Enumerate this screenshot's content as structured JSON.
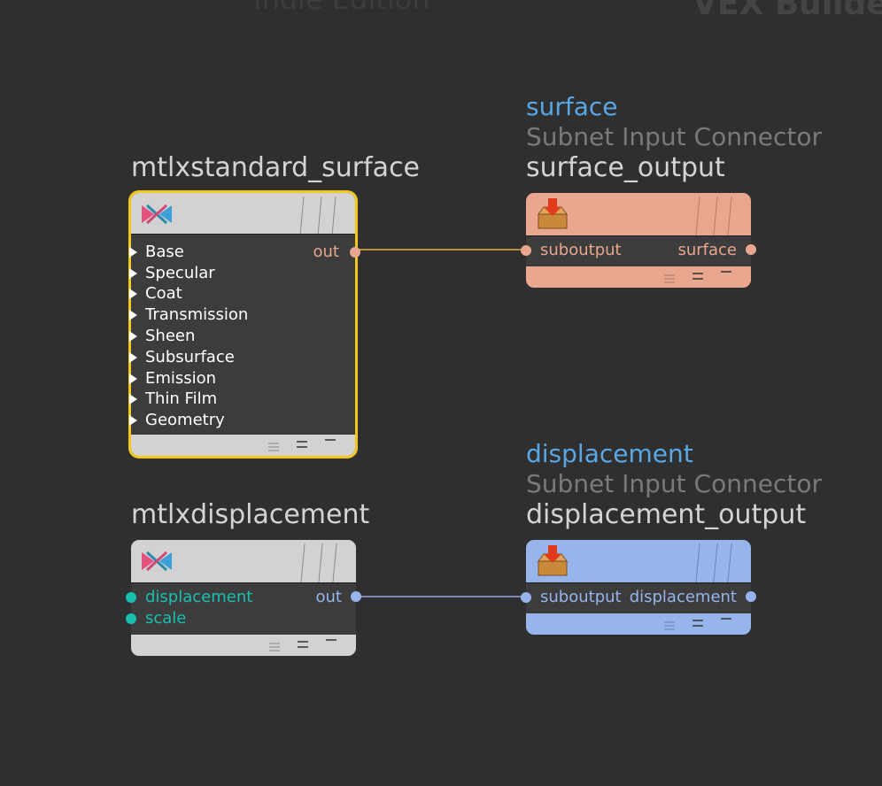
{
  "watermark": {
    "left": "Indie Edition",
    "right": "VEX Builder"
  },
  "nodes": {
    "standard_surface": {
      "name": "mtlxstandard_surface",
      "inputs": [
        "Base",
        "Specular",
        "Coat",
        "Transmission",
        "Sheen",
        "Subsurface",
        "Emission",
        "Thin Film",
        "Geometry"
      ],
      "output": "out",
      "icon": "materialx-icon",
      "selected_border_color": "#f2c81e"
    },
    "displacement": {
      "name": "mtlxdisplacement",
      "inputs": [
        "displacement",
        "scale"
      ],
      "output": "out",
      "icon": "materialx-icon",
      "input_color": "#17c1b0"
    },
    "surface_output": {
      "label": "surface",
      "type": "Subnet Input Connector",
      "name": "surface_output",
      "input": "suboutput",
      "output": "surface",
      "icon": "package-icon",
      "color": "#eaa78f"
    },
    "displacement_output": {
      "label": "displacement",
      "type": "Subnet Input Connector",
      "name": "displacement_output",
      "input": "suboutput",
      "output": "displacement",
      "icon": "package-icon",
      "color": "#98b4ec"
    }
  },
  "wires": {
    "surface_color": "#e0b040",
    "displacement_color": "#8ea8e0"
  }
}
